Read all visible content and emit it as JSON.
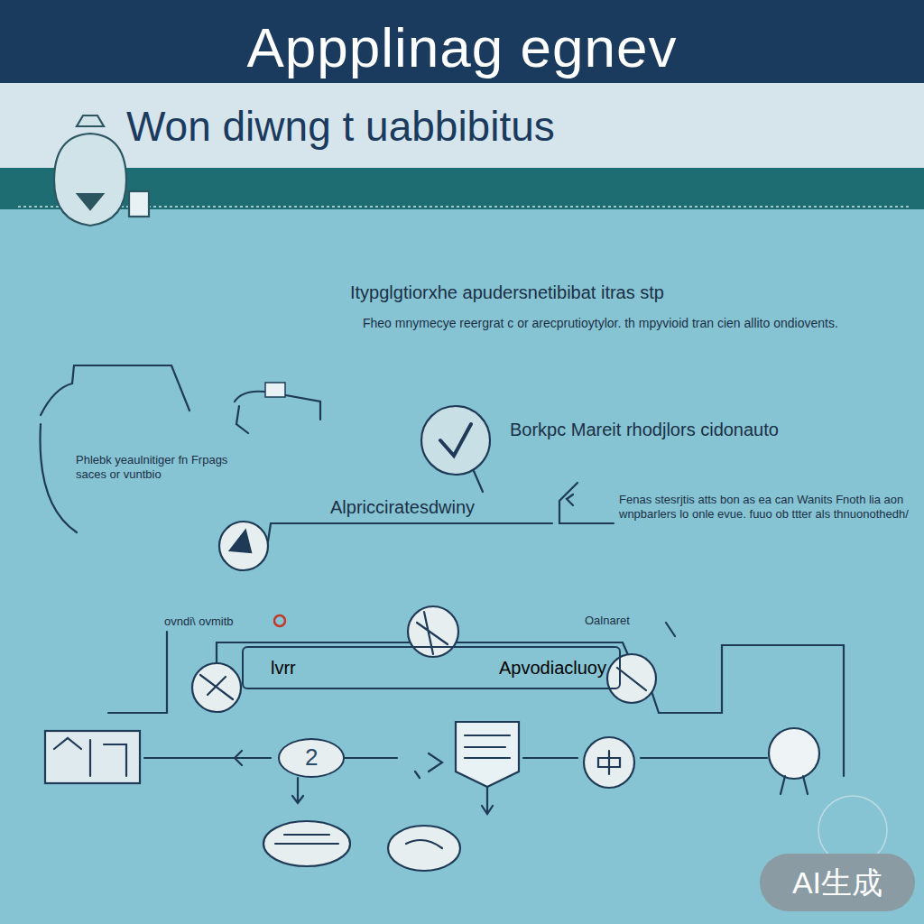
{
  "diagram": {
    "title": "Appplinag egnev",
    "nodes": [
      {
        "text": [
          "lvrr",
          "Apvodiacluoy"
        ]
      },
      {
        "text": [
          "2"
        ]
      }
    ],
    "labels": [
      "Won diwng t uabbibitus",
      "Itypglgtiorxhe apudersnetibibat itras stp",
      "Fheo mnymecye reergrat c or arecprutioytylor. th mpyvioid tran cien allito ondiovents.",
      "Phlebk yeaulnitiger fn Frpags saces or vuntbio",
      "Borkpc Mareit rhodjlors cidonauto",
      "Alpricciratesdwiny",
      "Fenas stesrjtis atts bon as ea can Wanits Fnoth lia aon wnpbarlers lo onle evue. fuuo ob ttter als thnuonothedh/",
      "ovndi\\ ovmitb",
      "Oalnaret",
      "AI生成"
    ]
  }
}
